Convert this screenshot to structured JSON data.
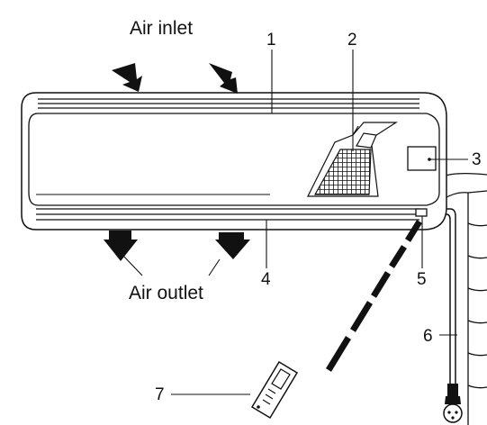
{
  "labels": {
    "air_inlet": "Air inlet",
    "air_outlet": "Air outlet",
    "n1": "1",
    "n2": "2",
    "n3": "3",
    "n4": "4",
    "n5": "5",
    "n6": "6",
    "n7": "7"
  },
  "colors": {
    "ink": "#111111",
    "paper": "#ffffff"
  },
  "icons": {
    "inlet_arrows": "arrow-down-icon",
    "outlet_arrows": "arrow-down-icon",
    "remote": "remote-control-icon",
    "plug": "power-plug-icon"
  }
}
